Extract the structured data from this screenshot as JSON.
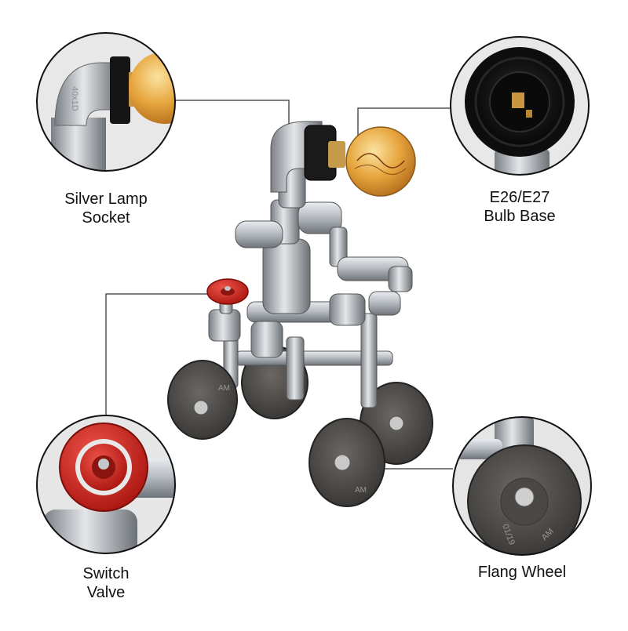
{
  "captions": {
    "socket": {
      "line1": "Silver Lamp",
      "line2": "Socket"
    },
    "bulb_base": {
      "line1": "E26/E27",
      "line2": "Bulb Base"
    },
    "switch": {
      "line1": "Switch",
      "line2": "Valve"
    },
    "wheel": {
      "line1": "Flang Wheel"
    }
  },
  "pipe_markings": {
    "elbow": "40x1D",
    "wheel_front": "AM",
    "wheel_rim": "01/19"
  },
  "colors": {
    "background": "#ffffff",
    "callout_ring": "#111111",
    "callout_line": "#555555",
    "pipe_silver": "#b8bcc2",
    "wheel_iron": "#4a4846",
    "valve_red": "#d8261f",
    "bulb_amber": "#e8a23a",
    "socket_black": "#141414"
  }
}
